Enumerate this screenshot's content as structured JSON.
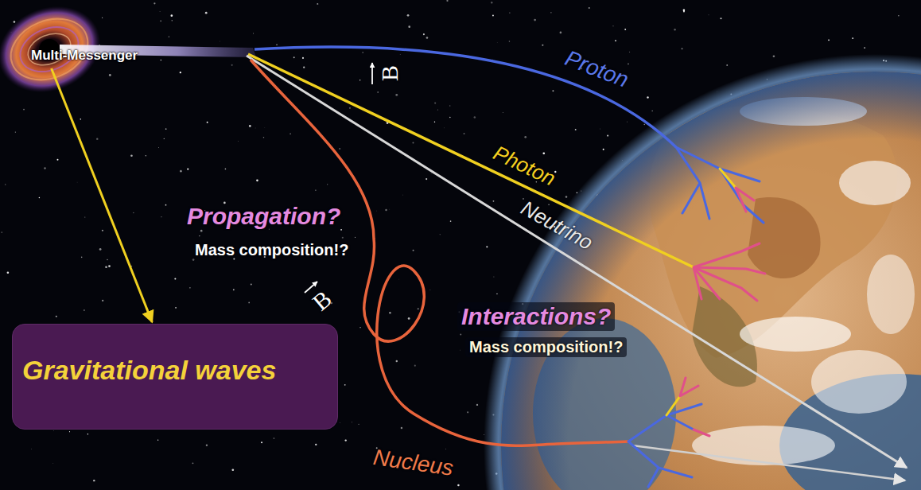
{
  "diagram": {
    "nodes": [
      {
        "text": [
          "Multi-Messenger"
        ]
      },
      {
        "text": [
          "Gravitational waves"
        ]
      }
    ],
    "edges": [
      {
        "from": 0,
        "to": 1,
        "arrow": "to"
      }
    ],
    "labels": [
      "B",
      "Proton",
      "Photon",
      "Neutrino",
      "Propagation?",
      "Mass composition!?",
      "B",
      "Interactions?",
      "Mass composition!?",
      "Nucleus"
    ]
  }
}
